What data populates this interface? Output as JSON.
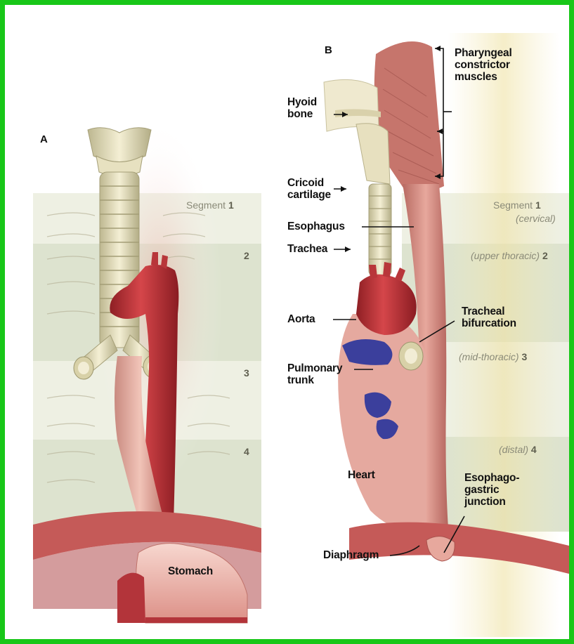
{
  "panels": {
    "a_letter": "A",
    "b_letter": "B"
  },
  "panel_a": {
    "segment_word": "Segment",
    "segment_numbers": [
      "1",
      "2",
      "3",
      "4"
    ],
    "stomach_label": "Stomach"
  },
  "panel_b": {
    "segments": [
      {
        "prefix": "Segment",
        "number": "1",
        "region": "(cervical)"
      },
      {
        "region": "(upper thoracic)",
        "number": "2"
      },
      {
        "region": "(mid-thoracic)",
        "number": "3"
      },
      {
        "region": "(distal)",
        "number": "4"
      }
    ],
    "labels": {
      "pharyngeal": [
        "Pharyngeal",
        "constrictor",
        "muscles"
      ],
      "hyoid": [
        "Hyoid",
        "bone"
      ],
      "cricoid": [
        "Cricoid",
        "cartilage"
      ],
      "esophagus": "Esophagus",
      "trachea": "Trachea",
      "aorta": "Aorta",
      "tracheal_bifurcation": [
        "Tracheal",
        "bifurcation"
      ],
      "pulmonary_trunk": [
        "Pulmonary",
        "trunk"
      ],
      "heart": "Heart",
      "eg_junction": [
        "Esophago-",
        "gastric",
        "junction"
      ],
      "diaphragm": "Diaphragm"
    }
  },
  "colors": {
    "frame": "#18c718",
    "segment_band_light": "#eef0e3",
    "segment_band_dark": "#dde3cf",
    "muscle": "#d98b80",
    "aorta": "#c03338",
    "cartilage": "#e8e3c4",
    "pulmonary": "#3b3f9c"
  }
}
